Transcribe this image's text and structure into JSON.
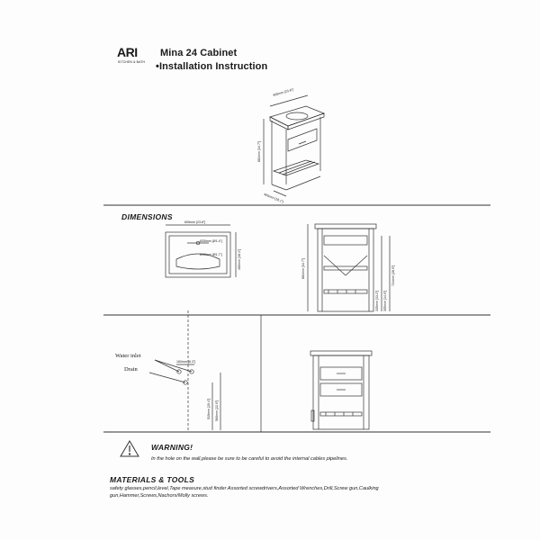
{
  "logo": {
    "letters": "ARI",
    "subtext": "KITCHEN & BATH"
  },
  "header": {
    "title_line1": "Mina 24 Cabinet",
    "title_line2": "Installation Instruction"
  },
  "overview_drawing": {
    "width_label": "605mm [23.8\"]",
    "height_label": "881mm [34.7\"]",
    "depth_label": "460mm [18.1\"]"
  },
  "dimensions": {
    "heading": "DIMENSIONS",
    "top_view": {
      "width_label": "605mm [23.8\"]",
      "depth_label": "460mm [18.1\"]",
      "hole1_label": "Ø35mm [Ø1.4\"]",
      "hole2_label": "Ø43mm [Ø1.7\"]"
    },
    "side_view": {
      "total_height_label": "881mm [34.7\"]",
      "inner_height_label": "724mm [28.5\"]",
      "shelf_label1": "355mm [14.0\"]",
      "shelf_label2": "335mm [13.2\"]"
    }
  },
  "wall_drawing": {
    "water_inlet_label": "Water inlet",
    "drain_label": "Drain",
    "spacing_label": "160mm [6.3\"]",
    "height_label1": "519mm [20.4\"]",
    "height_label2": "560mm [22.0\"]"
  },
  "warning": {
    "heading": "WARNING!",
    "text": "In the hole on the wall,please be sure to be careful to avoid the internal cables pipelines."
  },
  "materials": {
    "heading": "MATERIALS & TOOLS",
    "text": "safety glasses,pencil,level,Tape measure,stud finder Assorted screwdrivers,Assorted Wrenches,Drill,Screw gun,Caulking gun,Hammer,Screws,Nachors/Molly screws."
  }
}
